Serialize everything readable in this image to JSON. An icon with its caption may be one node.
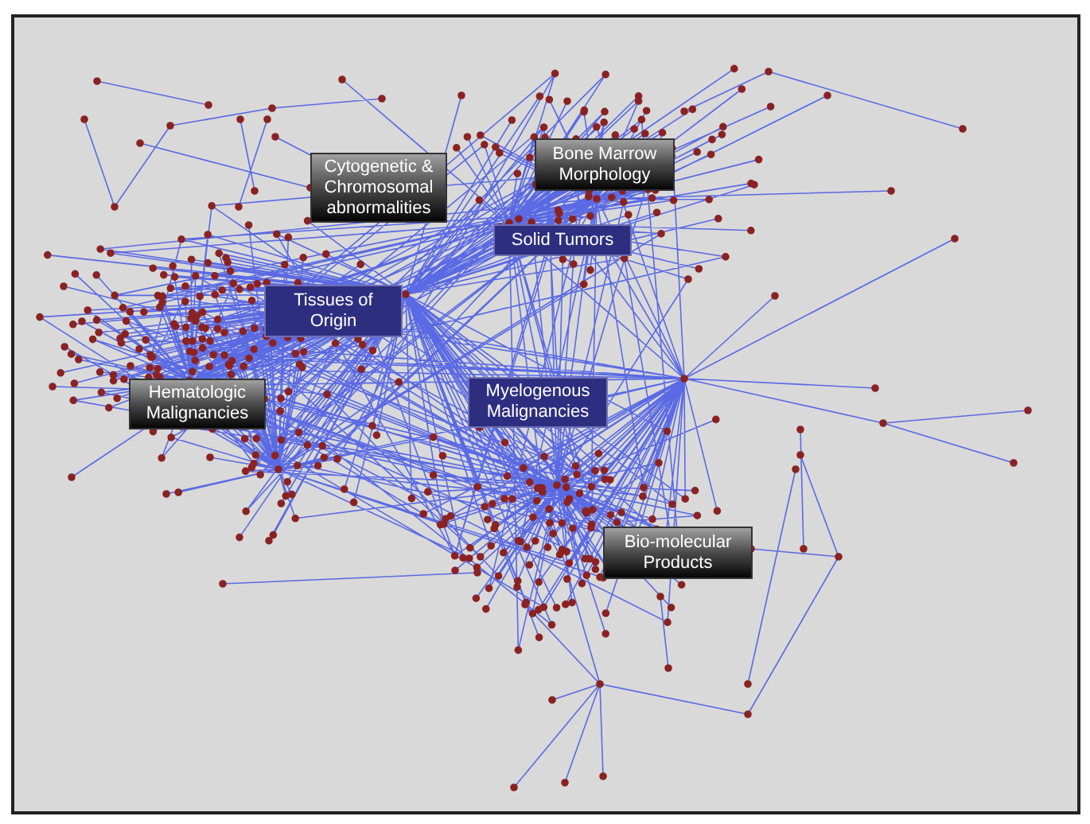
{
  "diagram": {
    "nodes": [
      {
        "text": [
          "Cytogenetic & Chromosomal abnormalities"
        ]
      },
      {
        "text": [
          "Bone Marrow Morphology"
        ]
      },
      {
        "text": [
          "Solid Tumors"
        ]
      },
      {
        "text": [
          "Tissues of Origin"
        ]
      },
      {
        "text": [
          "Hematologic Malignancies"
        ]
      },
      {
        "text": [
          "Myelogenous Malignancies"
        ]
      },
      {
        "text": [
          "Bio-molecular Products"
        ]
      }
    ]
  }
}
